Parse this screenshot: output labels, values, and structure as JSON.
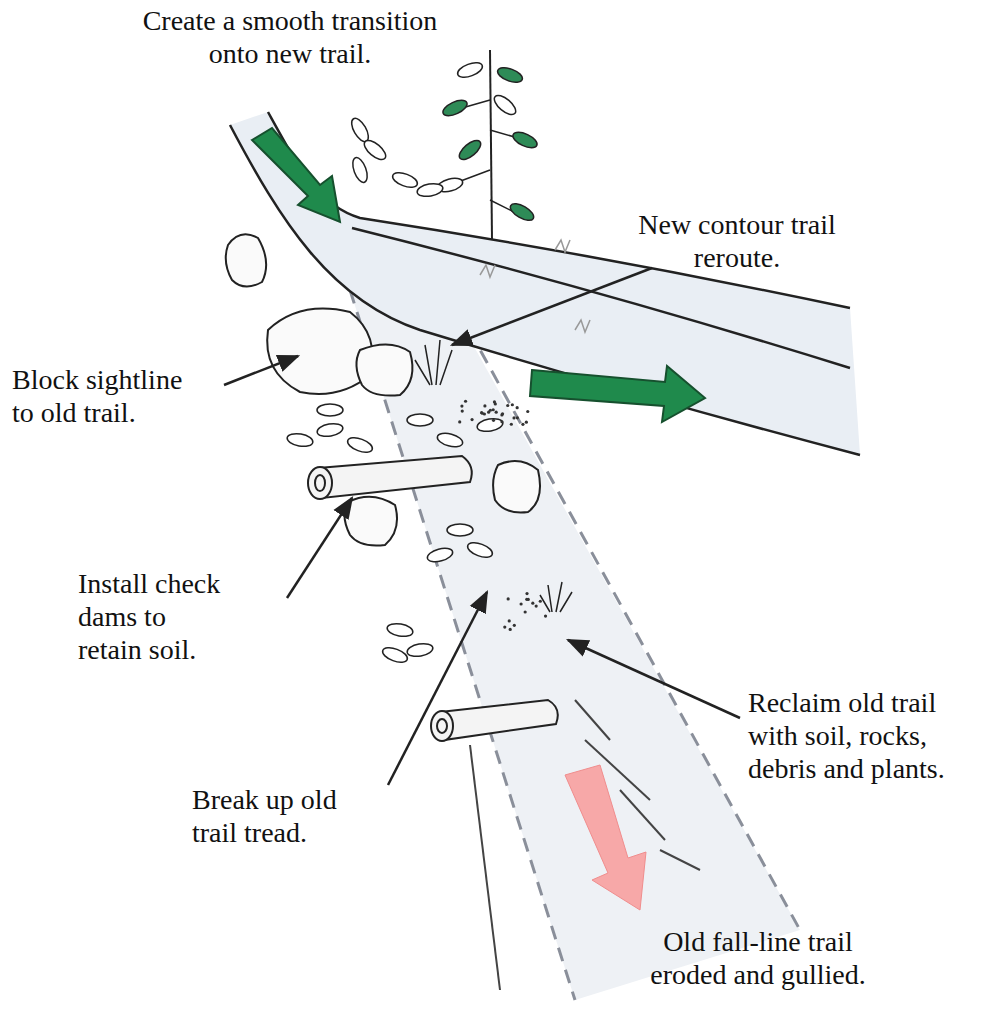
{
  "diagram": {
    "labels": [
      "Create a smooth transition onto new trail.",
      "New contour trail reroute.",
      "Block sightline to old trail.",
      "Install check dams to retain soil.",
      "Reclaim old trail with soil, rocks, debris and plants.",
      "Break up old trail tread.",
      "Old fall-line trail eroded and gullied."
    ]
  }
}
